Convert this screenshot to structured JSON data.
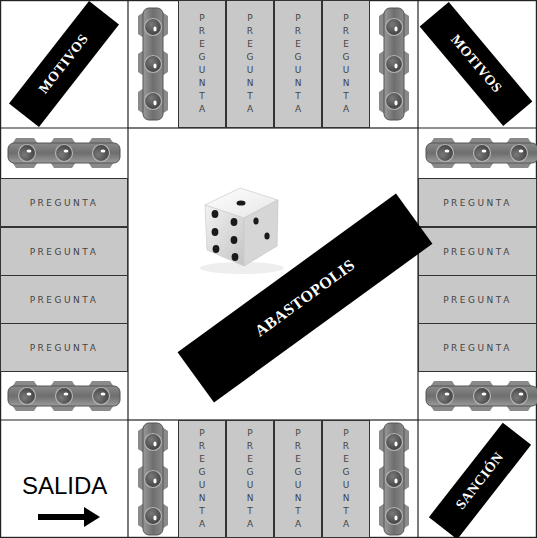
{
  "diagram": {
    "nodes": [
      {
        "text": [
          "MOTIVOS"
        ]
      },
      {
        "text": [
          "PREGUNTA"
        ]
      },
      {
        "text": [
          "PREGUNTA"
        ]
      },
      {
        "text": [
          "PREGUNTA"
        ]
      },
      {
        "text": [
          "PREGUNTA"
        ]
      },
      {
        "text": [
          "MOTIVOS"
        ]
      },
      {
        "text": [
          "PREGUNTA"
        ]
      },
      {
        "text": [
          "PREGUNTA"
        ]
      },
      {
        "text": [
          "PREGUNTA"
        ]
      },
      {
        "text": [
          "PREGUNTA"
        ]
      },
      {
        "text": [
          "PREGUNTA"
        ]
      },
      {
        "text": [
          "PREGUNTA"
        ]
      },
      {
        "text": [
          "PREGUNTA"
        ]
      },
      {
        "text": [
          "PREGUNTA"
        ]
      },
      {
        "text": [
          "ABASTOPOLIS"
        ]
      },
      {
        "text": [
          "PREGUNTA"
        ]
      },
      {
        "text": [
          "PREGUNTA"
        ]
      },
      {
        "text": [
          "PREGUNTA"
        ]
      },
      {
        "text": [
          "PREGUNTA"
        ]
      },
      {
        "text": [
          "SANCIÓN"
        ]
      }
    ],
    "labels": [
      "SALIDA"
    ]
  }
}
